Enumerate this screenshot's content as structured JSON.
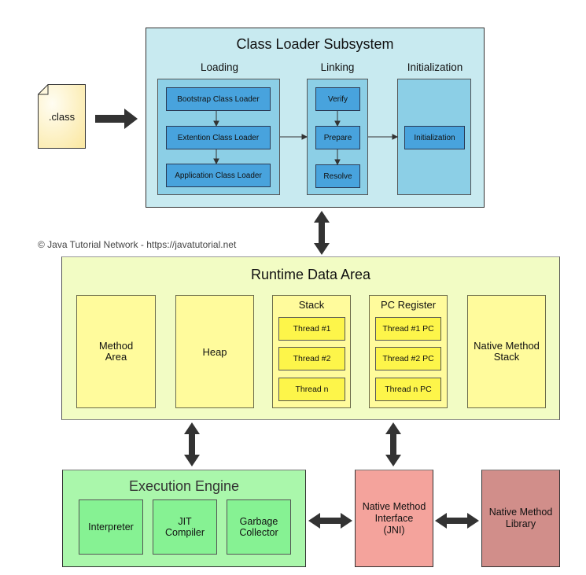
{
  "class_file": {
    "label": ".class"
  },
  "class_loader": {
    "title": "Class Loader Subsystem",
    "loading": {
      "label": "Loading",
      "items": [
        "Bootstrap Class Loader",
        "Extention Class Loader",
        "Application Class Loader"
      ]
    },
    "linking": {
      "label": "Linking",
      "items": [
        "Verify",
        "Prepare",
        "Resolve"
      ]
    },
    "initialization": {
      "label": "Initialization",
      "items": [
        "Initialization"
      ]
    }
  },
  "copyright": "© Java Tutorial Network - https://javatutorial.net",
  "runtime_data_area": {
    "title": "Runtime Data Area",
    "method_area": "Method\nArea",
    "heap": "Heap",
    "stack": {
      "label": "Stack",
      "threads": [
        "Thread #1",
        "Thread #2",
        "Thread n"
      ]
    },
    "pc_register": {
      "label": "PC Register",
      "threads": [
        "Thread #1 PC",
        "Thread #2 PC",
        "Thread n PC"
      ]
    },
    "native_method_stack": "Native Method\nStack"
  },
  "execution_engine": {
    "title": "Execution Engine",
    "items": [
      "Interpreter",
      "JIT\nCompiler",
      "Garbage\nCollector"
    ]
  },
  "jni": {
    "label": "Native Method\nInterface\n(JNI)"
  },
  "native_method_library": {
    "label": "Native Method\nLibrary"
  },
  "colors": {
    "class_loader_bg": "#c8eaf0",
    "class_loader_column": "#8ccfe6",
    "class_loader_item": "#48a3dd",
    "runtime_bg": "#f2fcc4",
    "runtime_box": "#fffb9c",
    "thread_box": "#fdf54a",
    "execution_bg": "#aaf7ab",
    "execution_item": "#86f293",
    "jni": "#f4a39c",
    "native_library": "#d18e8a",
    "arrow": "#333333"
  }
}
